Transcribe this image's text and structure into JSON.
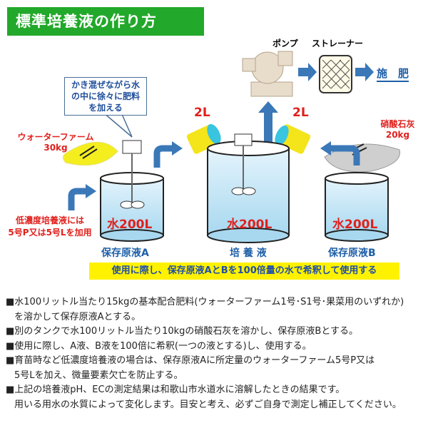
{
  "title": "標準培養液の作り方",
  "top": {
    "pump": "ポンプ",
    "strainer": "ストレーナー",
    "fertigation": "施　肥"
  },
  "bubble": [
    "かき混ぜながら水",
    "の中に徐々に肥料",
    "を加える"
  ],
  "water_farm": [
    "ウォーターファーム",
    "30kg"
  ],
  "calcium": [
    "硝酸石灰",
    "20kg"
  ],
  "low_conc": [
    "低濃度培養液には",
    "5号P又は5号Lを加用"
  ],
  "volume_2l": "2L",
  "tanks": [
    {
      "water": "水200L",
      "label": "保存原液A"
    },
    {
      "water": "水200L",
      "label": "培 養 液"
    },
    {
      "water": "水200L",
      "label": "保存原液B"
    }
  ],
  "banner": "使用に際し、保存原液AとBを100倍量の水で希釈して使用する",
  "notes": [
    "■水100リットル当たり15kgの基本配合肥料(ウォーターファーム1号･S1号･果菜用のいずれか)",
    "を溶かして保存原液Aとする。",
    "■別のタンクで水100リットル当たり10kgの硝酸石灰を溶かし、保存原液Bとする。",
    "■使用に際し、A液、B液を100倍に希釈(一つの液とする)し、使用する。",
    "■育苗時など低濃度培養液の場合は、保存原液Aに所定量のウォーターファーム5号P又は",
    "5号Lを加え、微量要素欠亡を防止する。",
    "■上記の培養液pH、ECの測定結果は和歌山市水道水に溶解したときの結果です。",
    "用いる用水の水質によって変化します。目安と考え、必ずご自身で測定し補正してください。"
  ],
  "colors": {
    "title_bg": "#22a82a",
    "arrow": "#3a78b8",
    "banner": "#fff200",
    "water": "#bfe3f5"
  }
}
